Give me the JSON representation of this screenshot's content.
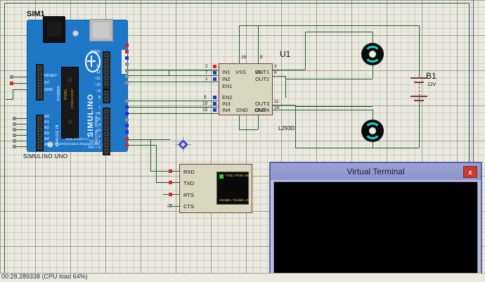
{
  "app": {
    "status_text": "00:28.289338 (CPU load 64%)"
  },
  "schematic": {
    "board": {
      "ref": "SIM1",
      "caption": "SIMULINO UNO",
      "brand": "SIMULINO",
      "url1": "www.arduino.cc",
      "url2": "bugembarcados.blogspot.com",
      "power_group": "POWER",
      "analog_group": "ANALOG IN",
      "digital_group": "DIGITAL (PWM~)",
      "aref": "AREF",
      "power_pins": [
        "RESET",
        "5V",
        "GND"
      ],
      "analog_pins": [
        "A0",
        "A1",
        "A2",
        "A3",
        "A4",
        "A5"
      ],
      "digital_top": [
        "13",
        "12",
        "~11",
        "~10",
        "~9",
        "8"
      ],
      "digital_bottom": [
        "7",
        "~6",
        "~5",
        "4",
        "~3",
        "2",
        "TX > 1",
        "RX < 0"
      ]
    },
    "ic": {
      "ref": "U1",
      "value": "L293D",
      "left_labels": [
        "IN1",
        "IN2",
        "EN1",
        "EN2",
        "IN3",
        "IN4"
      ],
      "left_pins": [
        "2",
        "7",
        "1",
        "9",
        "10",
        "15"
      ],
      "right_labels": [
        "OUT1",
        "OUT2",
        "OUT3",
        "OUT4"
      ],
      "right_pins": [
        "3",
        "6",
        "11",
        "14"
      ],
      "top_labels": [
        "VSS",
        "VS"
      ],
      "top_pins": [
        "16",
        "8"
      ],
      "bottom_labels": [
        "GND",
        "GND"
      ]
    },
    "battery": {
      "ref": "B1",
      "value": "12V"
    },
    "motors": [
      {
        "name": "motor-top"
      },
      {
        "name": "motor-bottom"
      }
    ],
    "serial_component": {
      "pins": [
        "RXD",
        "TXD",
        "RTS",
        "CTS"
      ],
      "screen_line1": "VT52, VT100, ANSI",
      "screen_line2": "Xmodem, Ymodem, Zmodem"
    }
  },
  "virtual_terminal": {
    "title": "Virtual Terminal",
    "close_label": "x",
    "scroll_up": "∧",
    "scroll_down": "∨",
    "content": ""
  },
  "colors": {
    "canvas": "#e9e9de",
    "wire_green": "#1f5e2a",
    "wire_red": "#7a3a36",
    "board_blue": "#1f77c8",
    "ic_body": "#d8d8c0",
    "window_title": "#9ba2d4",
    "close_red": "#cc3b32",
    "motor_cyan": "#16d8d8"
  }
}
